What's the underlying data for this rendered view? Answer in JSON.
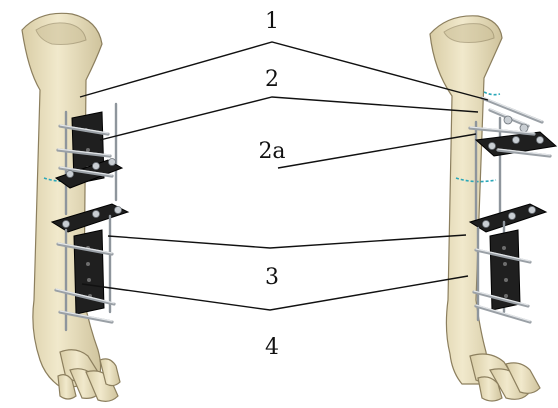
{
  "labels": {
    "label_1": "1",
    "label_2": "2",
    "label_2a": "2a",
    "label_3": "3",
    "label_4": "4"
  },
  "colors": {
    "bone_light": "#efe6c8",
    "bone_shadow": "#cbbf98",
    "plate": "#1f1f1f",
    "pins": "#9aa0a6",
    "osteotomy_mark": "#2aa7b8"
  }
}
